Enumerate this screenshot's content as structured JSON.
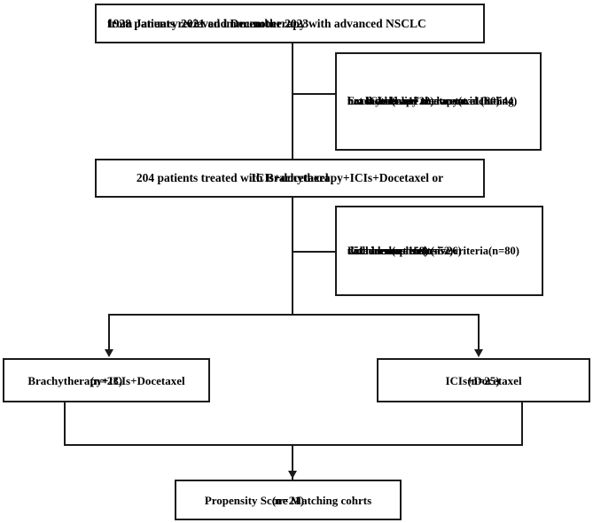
{
  "diagram": {
    "title_flow": "patient-selection-flowchart",
    "line_color": "#1a1a1a",
    "background": "#ffffff",
    "boxes": {
      "enrolled": {
        "lines": [
          "1928 patients recieved immunotherapy  with advanced NSCLC",
          "from January 2021 and December 2023"
        ]
      },
      "excluded_1": {
        "lines": [
          "Excluded(n=1722)",
          "not second-line therapy(n=1180)",
          "not ICIs-based treatment including",
          "brachytherapy or docetaxel  (n=544)"
        ]
      },
      "treated": {
        "lines": [
          "204 patients treated with Brachytherapy+ICIs+Docetaxel or",
          "ICIs+docetaxel"
        ]
      },
      "excluded_2": {
        "lines": [
          "Excluded(n=158)",
          "did not meet inclusive criteria(n=80)",
          "withdrew consent(n=26)",
          "date incomplete(n=52)"
        ]
      },
      "arm_left": {
        "lines": [
          "Brachytherapy+ICIs+Docetaxel",
          "(n=23)"
        ]
      },
      "arm_right": {
        "lines": [
          "ICIs+Docetaxel",
          "(n=25)"
        ]
      },
      "final": {
        "lines": [
          "Propensity Score Matching cohrts",
          "(n=21)"
        ]
      }
    },
    "counts": {
      "screened": 1928,
      "excluded_stage_1_total": 1722,
      "not_second_line_therapy": 1180,
      "not_ici_based_treatment": 544,
      "treated_eligible": 204,
      "excluded_stage_2_total": 158,
      "did_not_meet_inclusive_criteria": 80,
      "withdrew_consent": 26,
      "date_incomplete": 52,
      "arm_brachytherapy_ici_docetaxel": 23,
      "arm_ici_docetaxel": 25,
      "propensity_matched_cohort": 21
    }
  }
}
